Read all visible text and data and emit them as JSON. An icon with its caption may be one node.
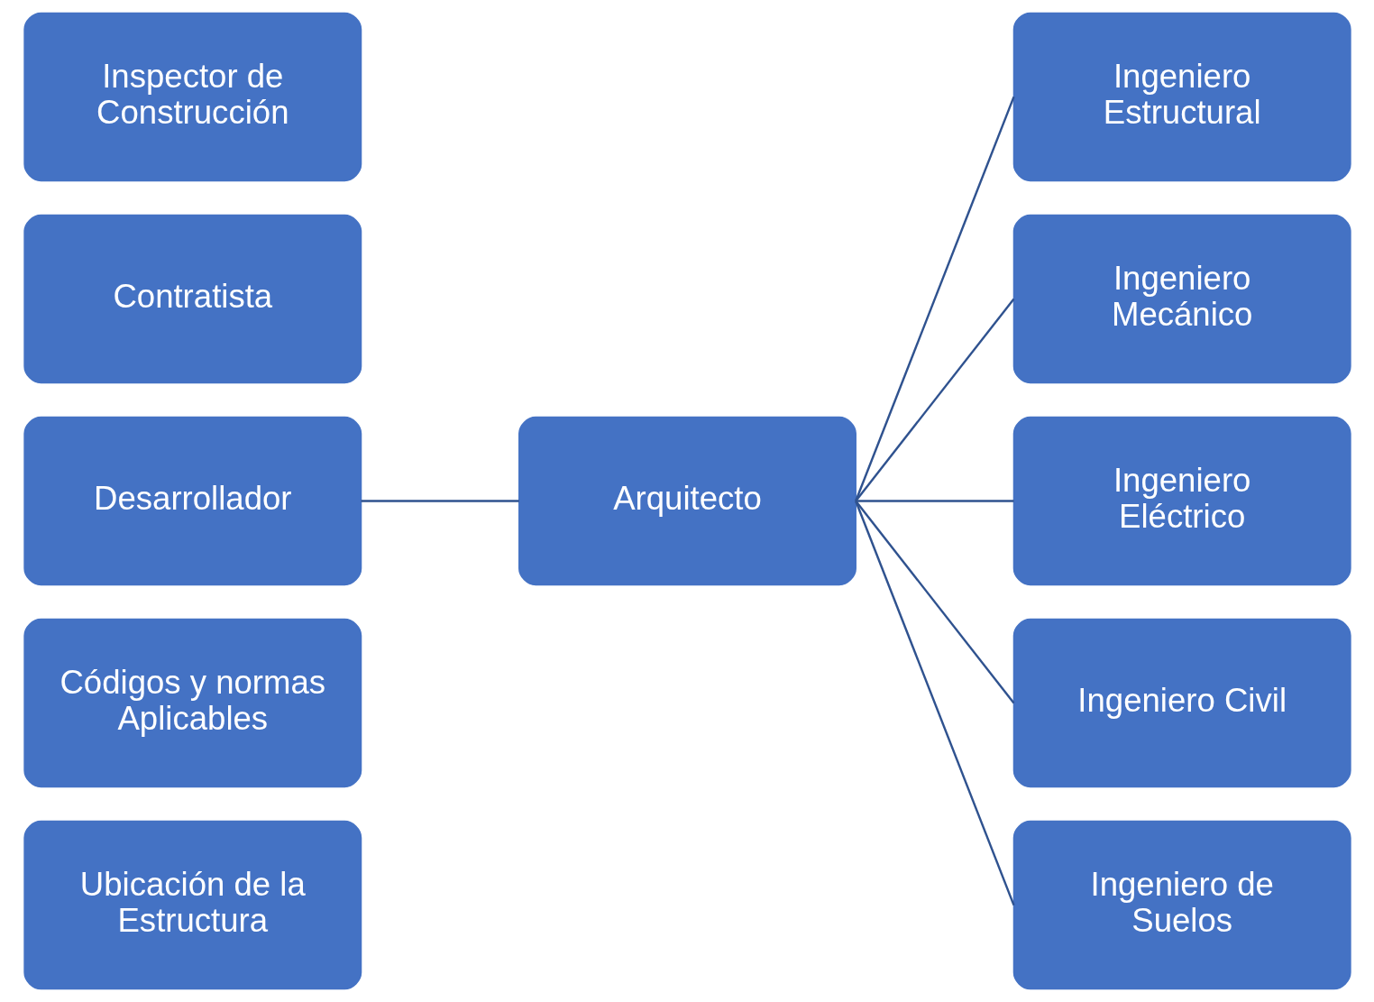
{
  "diagram": {
    "nodes": [
      {
        "text": [
          "Ubicación de la Estructura"
        ]
      },
      {
        "text": [
          "Códigos y normas Aplicables"
        ]
      },
      {
        "text": [
          "Desarrollador"
        ]
      },
      {
        "text": [
          "Contratista"
        ]
      },
      {
        "text": [
          "Inspector de Construcción"
        ]
      },
      {
        "text": [
          "Arquitecto"
        ]
      },
      {
        "text": [
          "Ingeniero Estructural"
        ]
      },
      {
        "text": [
          "Ingeniero Mecánico"
        ]
      },
      {
        "text": [
          "Ingeniero Eléctrico"
        ]
      },
      {
        "text": [
          "Ingeniero Civil"
        ]
      },
      {
        "text": [
          "Ingeniero de Suelos"
        ]
      }
    ],
    "edges": [
      {
        "from": 2,
        "to": 5,
        "arrow": "none"
      },
      {
        "from": 5,
        "to": 6,
        "arrow": "none"
      },
      {
        "from": 5,
        "to": 7,
        "arrow": "none"
      },
      {
        "from": 5,
        "to": 8,
        "arrow": "none"
      },
      {
        "from": 5,
        "to": 9,
        "arrow": "none"
      },
      {
        "from": 5,
        "to": 10,
        "arrow": "none"
      }
    ]
  }
}
